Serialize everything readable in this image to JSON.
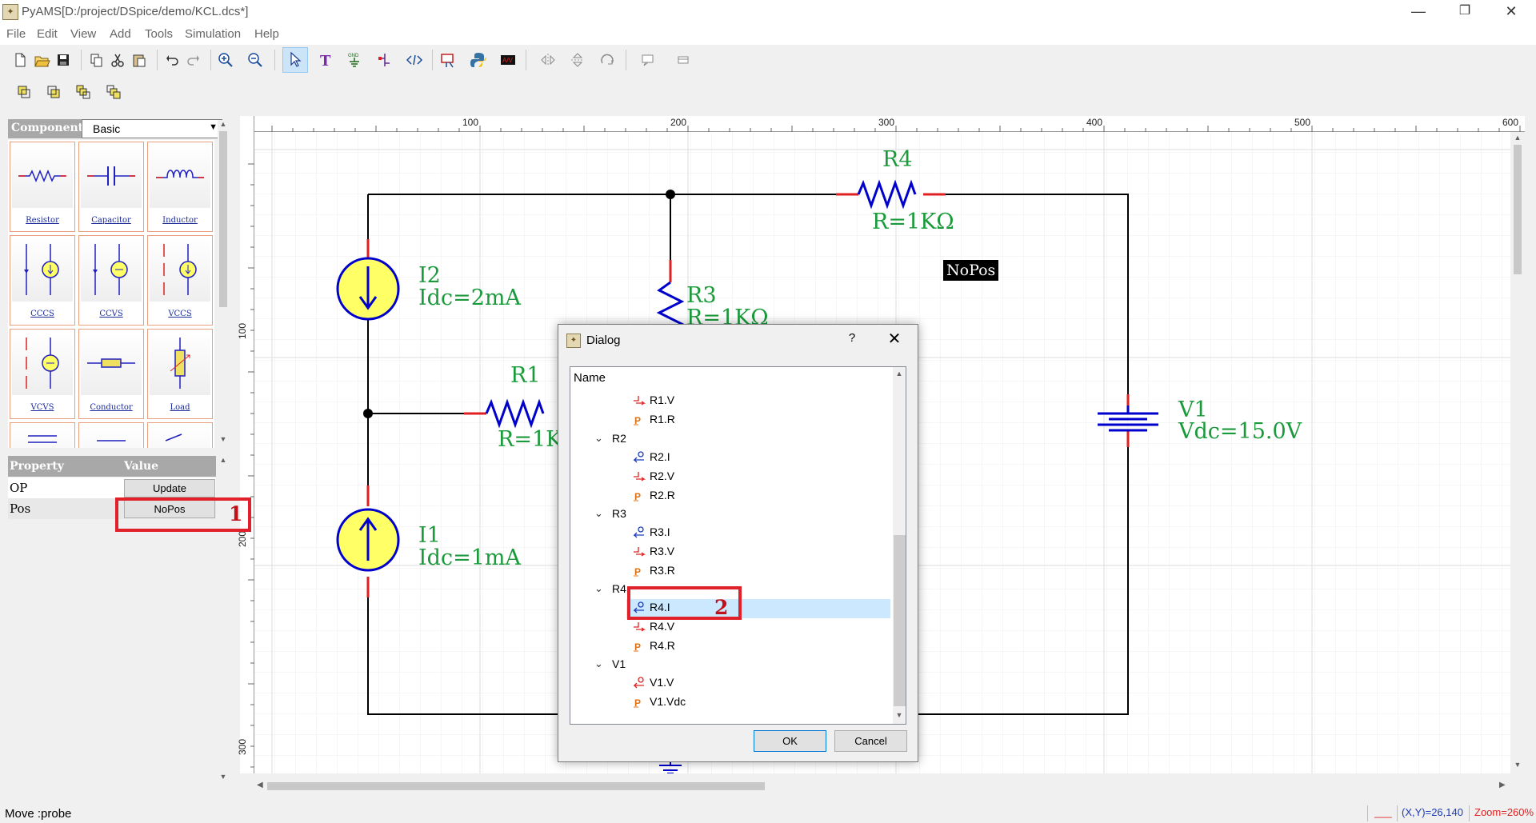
{
  "window": {
    "title": "PyAMS[D:/project/DSpice/demo/KCL.dcs*]",
    "icon": "pyams-app-icon",
    "minimize": "—",
    "maximize": "❐",
    "close": "✕"
  },
  "menu": [
    "File",
    "Edit",
    "View",
    "Add",
    "Tools",
    "Simulation",
    "Help"
  ],
  "components": {
    "label": "Components",
    "library": "Basic",
    "items": [
      "Resistor",
      "Capacitor",
      "Inductor",
      "CCCS",
      "CCVS",
      "VCCS",
      "VCVS",
      "Conductor",
      "Load"
    ]
  },
  "properties": {
    "header_property": "Property",
    "header_value": "Value",
    "rows": [
      {
        "name": "OP",
        "value": "Update"
      },
      {
        "name": "Pos",
        "value": "NoPos"
      }
    ]
  },
  "rulers": {
    "top": [
      "100",
      "200",
      "300",
      "400",
      "500",
      "600"
    ],
    "left": [
      "100",
      "200",
      "300"
    ]
  },
  "schematic": {
    "R4": {
      "name": "R4",
      "value": "R=1KΩ"
    },
    "R3": {
      "name": "R3",
      "value": "R=1KΩ"
    },
    "R1": {
      "name": "R1",
      "value": "R=1K"
    },
    "I2": {
      "name": "I2",
      "value": "Idc=2mA"
    },
    "I1": {
      "name": "I1",
      "value": "Idc=1mA"
    },
    "V1": {
      "name": "V1",
      "value": "Vdc=15.0V"
    },
    "probe_label": "NoPos",
    "colors": {
      "wire": "#000000",
      "label": "#1a9a3a",
      "component": "#0000cc",
      "pin": "#e02020",
      "source_fill": "#ffff66"
    }
  },
  "dialog": {
    "title": "Dialog",
    "help": "?",
    "close": "✕",
    "tree_header": "Name",
    "rows": [
      {
        "label": "R1.V",
        "kind": "voltage",
        "level": 1
      },
      {
        "label": "R1.R",
        "kind": "param",
        "level": 1
      },
      {
        "label": "R2",
        "kind": "group",
        "level": 0
      },
      {
        "label": "R2.I",
        "kind": "current",
        "level": 1
      },
      {
        "label": "R2.V",
        "kind": "voltage",
        "level": 1
      },
      {
        "label": "R2.R",
        "kind": "param",
        "level": 1
      },
      {
        "label": "R3",
        "kind": "group",
        "level": 0
      },
      {
        "label": "R3.I",
        "kind": "current",
        "level": 1
      },
      {
        "label": "R3.V",
        "kind": "voltage",
        "level": 1
      },
      {
        "label": "R3.R",
        "kind": "param",
        "level": 1
      },
      {
        "label": "R4",
        "kind": "group",
        "level": 0
      },
      {
        "label": "R4.I",
        "kind": "current",
        "level": 1,
        "selected": true
      },
      {
        "label": "R4.V",
        "kind": "voltage",
        "level": 1
      },
      {
        "label": "R4.R",
        "kind": "param",
        "level": 1
      },
      {
        "label": "V1",
        "kind": "group",
        "level": 0
      },
      {
        "label": "V1.V",
        "kind": "source-voltage",
        "level": 1
      },
      {
        "label": "V1.Vdc",
        "kind": "param",
        "level": 1
      }
    ],
    "ok": "OK",
    "cancel": "Cancel"
  },
  "annotations": [
    "1",
    "2"
  ],
  "status": {
    "text": "Move :probe",
    "coords": "(X,Y)=26,140",
    "zoom": "Zoom=260%",
    "line_mark": "___"
  }
}
